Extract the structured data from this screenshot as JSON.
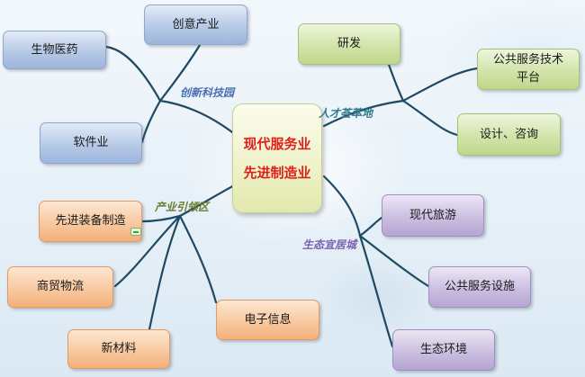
{
  "center": {
    "line1": "现代服务业",
    "line2": "先进制造业"
  },
  "branches": {
    "innovation_park": "创新科技园",
    "talent_hub": "人才荟萃地",
    "industry_leading": "产业引领区",
    "eco_living": "生态宜居城"
  },
  "nodes": {
    "creative_industry": "创意产业",
    "biomedicine": "生物医药",
    "software": "软件业",
    "rnd": "研发",
    "public_tech_platform": "公共服务技术平台",
    "design_consulting": "设计、咨询",
    "advanced_equipment": "先进装备制造",
    "trade_logistics": "商贸物流",
    "new_materials": "新材料",
    "electronic_info": "电子信息",
    "modern_tourism": "现代旅游",
    "public_facilities": "公共服务设施",
    "eco_environment": "生态环境"
  },
  "colors": {
    "blue": "#9db5dc",
    "green": "#bfd78b",
    "orange": "#f3b07a",
    "purple": "#b4a5d2",
    "center_text": "#e0201a",
    "link": "#1f4a63"
  },
  "icons": {
    "expand_badge": "collapse-indicator-icon"
  }
}
